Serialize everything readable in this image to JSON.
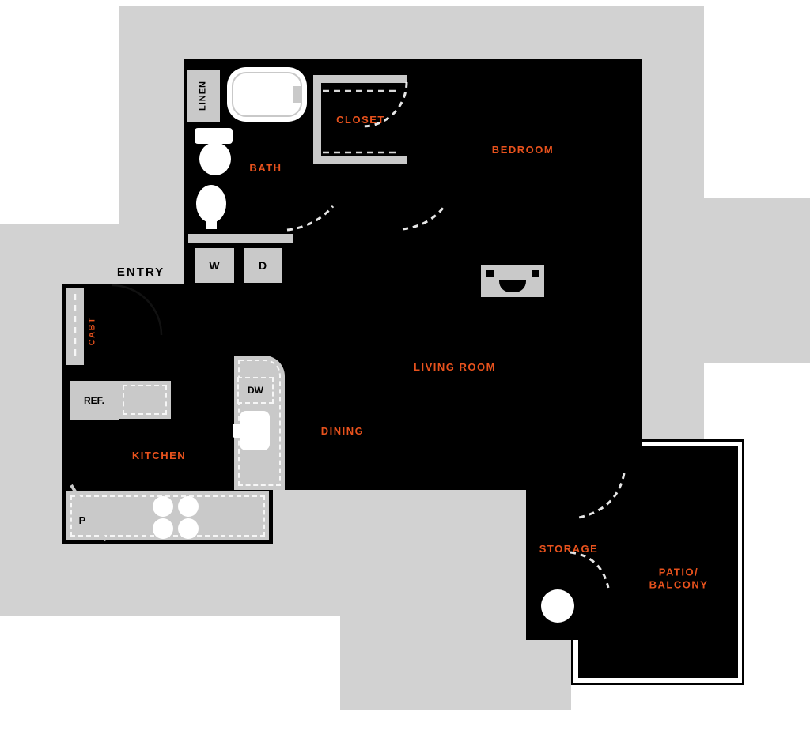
{
  "colors": {
    "background": "#ffffff",
    "footprint": "#d2d2d2",
    "plan": "#000000",
    "fixture": "#c9c9c9",
    "accent": "#e8521d"
  },
  "labels": {
    "entry": "ENTRY",
    "linen": "LINEN",
    "bath": "BATH",
    "closet": "CLOSET",
    "bedroom": "BEDROOM",
    "washer": "W",
    "dryer": "D",
    "cabinet": "CABT",
    "refrigerator": "REF.",
    "dishwasher": "DW",
    "kitchen": "KITCHEN",
    "dining": "DINING",
    "living_room": "LIVING ROOM",
    "pantry": "P",
    "storage": "STORAGE",
    "patio_line1": "PATIO/",
    "patio_line2": "BALCONY"
  }
}
